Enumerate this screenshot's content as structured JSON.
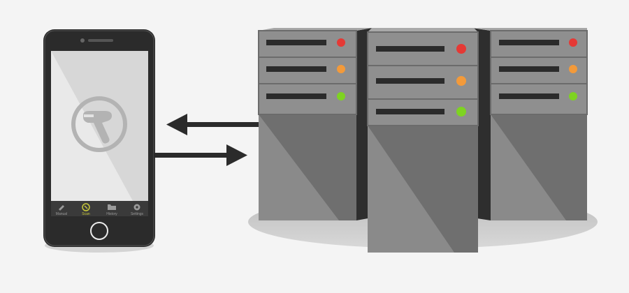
{
  "colors": {
    "background": "#f4f4f4",
    "phone_body": "#2b2b2b",
    "phone_screen": "#e9e9e9",
    "arrow": "#2b2b2b",
    "server_face": "#8a8a8a",
    "server_dark": "#2e2e2e",
    "led_red": "#e53935",
    "led_orange": "#f39a3a",
    "led_green": "#7ed321",
    "tab_active": "#c9c93a"
  },
  "phone": {
    "scanner_icon": "barcode-scanner-icon",
    "tabs": [
      {
        "label": "Manual",
        "icon": "pencil-icon",
        "active": false
      },
      {
        "label": "Scan",
        "icon": "scan-icon",
        "active": true
      },
      {
        "label": "History",
        "icon": "folder-icon",
        "active": false
      },
      {
        "label": "Settings",
        "icon": "gear-icon",
        "active": false
      }
    ]
  },
  "arrows": [
    {
      "direction": "to-phone",
      "icon": "arrow-left-icon"
    },
    {
      "direction": "to-server",
      "icon": "arrow-right-icon"
    }
  ],
  "servers": [
    {
      "name": "left",
      "leds": [
        "red",
        "orange",
        "green"
      ]
    },
    {
      "name": "middle",
      "leds": [
        "red",
        "orange",
        "green"
      ]
    },
    {
      "name": "right",
      "leds": [
        "red",
        "orange",
        "green"
      ]
    }
  ]
}
